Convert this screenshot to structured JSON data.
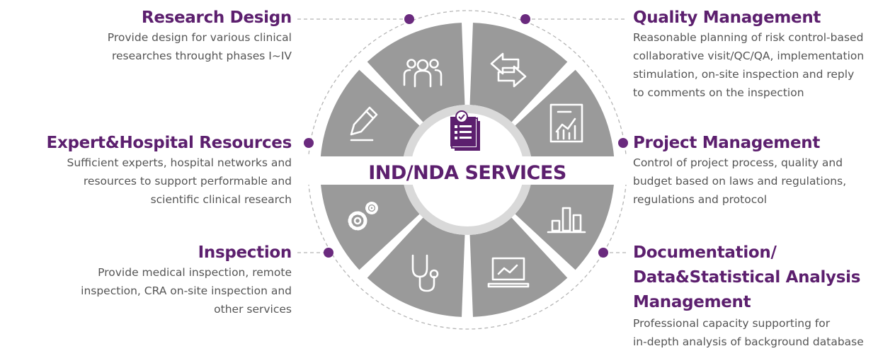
{
  "center": {
    "title": "IND/NDA SERVICES"
  },
  "colors": {
    "accent": "#5c1f6e",
    "dot": "#6a2a7e",
    "segment": "#9a9a9a",
    "text": "#555555"
  },
  "services": {
    "research_design": {
      "title": "Research Design",
      "desc": [
        "Provide design for various clinical",
        "researches throught phases I~IV"
      ]
    },
    "expert_hospital": {
      "title": "Expert&Hospital Resources",
      "desc": [
        "Sufficient experts, hospital networks and",
        "resources to support performable and",
        "scientific clinical research"
      ]
    },
    "inspection": {
      "title": "Inspection",
      "desc": [
        "Provide medical inspection, remote",
        "inspection, CRA on-site inspection and",
        "other services"
      ]
    },
    "quality_management": {
      "title": "Quality Management",
      "desc": [
        "Reasonable planning of risk control-based",
        "collaborative visit/QC/QA, implementation",
        "stimulation, on-site inspection and reply",
        "to comments on the inspection"
      ]
    },
    "project_management": {
      "title": "Project Management",
      "desc": [
        "Control of project process, quality and",
        "budget based on laws and regulations,",
        "regulations and protocol"
      ]
    },
    "documentation": {
      "title": [
        "Documentation/",
        "Data&Statistical Analysis",
        "Management"
      ],
      "desc": [
        "Professional capacity supporting for",
        "in-depth analysis of background database"
      ]
    }
  },
  "icons": [
    "people-group-icon",
    "arrows-exchange-icon",
    "report-chart-icon",
    "bar-chart-icon",
    "laptop-chart-icon",
    "stethoscope-icon",
    "gears-icon",
    "pencil-icon",
    "documents-checklist-icon"
  ]
}
